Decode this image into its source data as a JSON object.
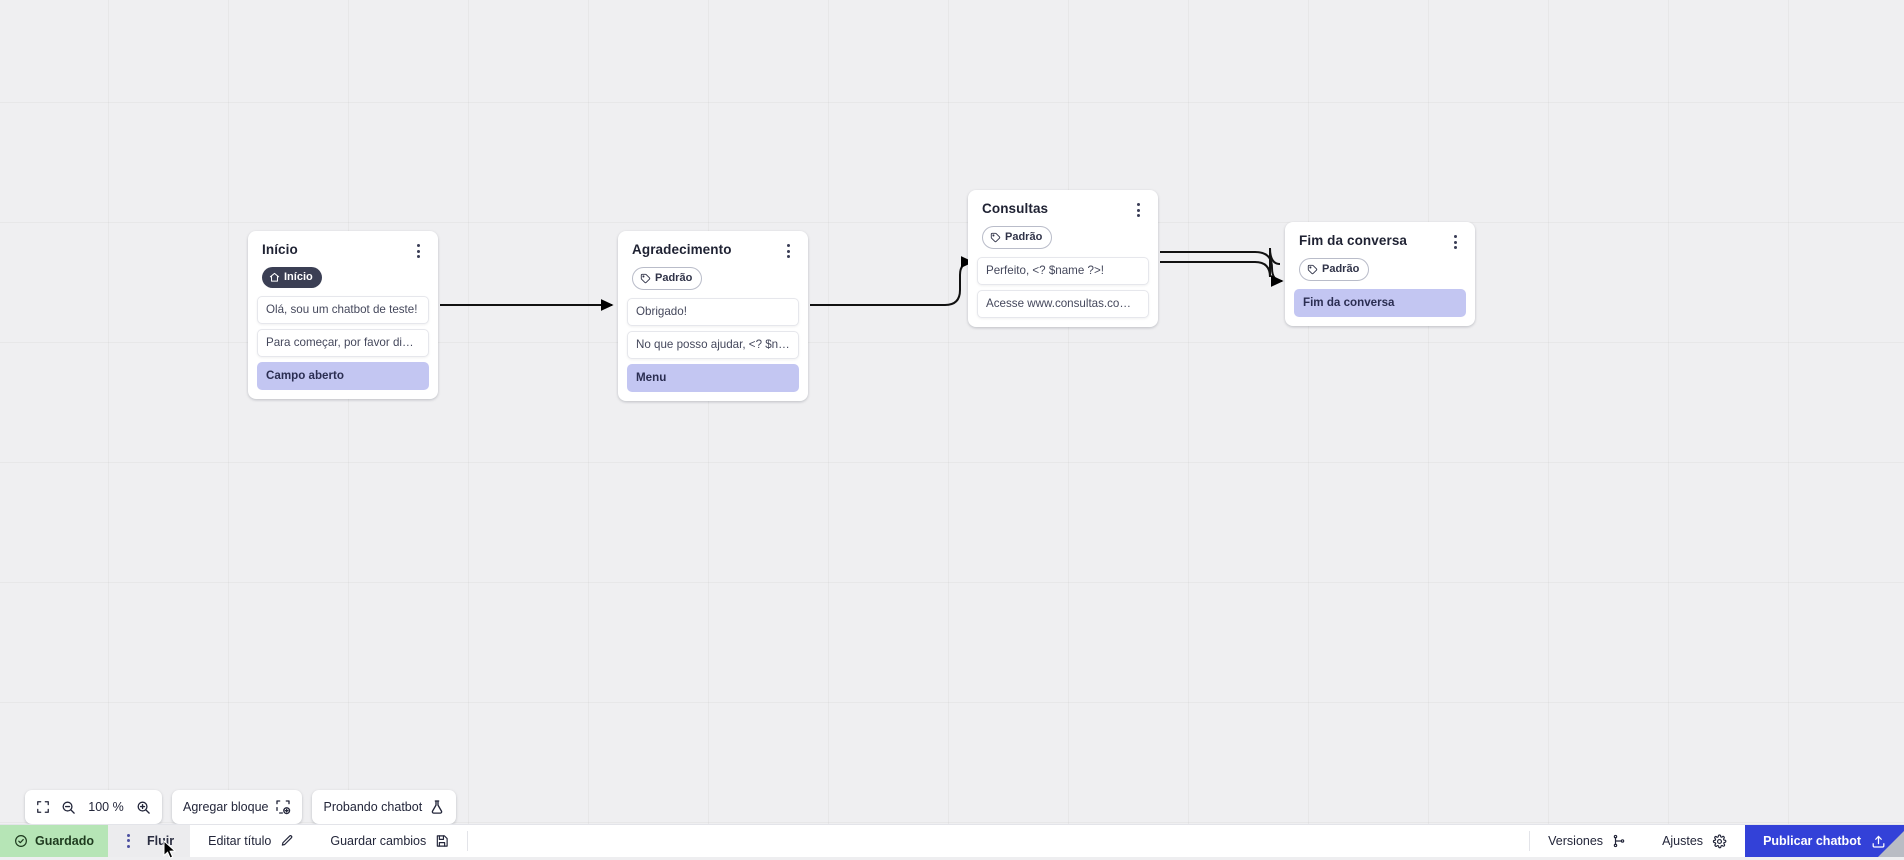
{
  "canvas": {
    "grid": true,
    "background_color": "#efeff1"
  },
  "nodes": [
    {
      "id": "inicio",
      "title": "Início",
      "tag": {
        "label": "Início",
        "type": "start",
        "icon": "home-icon"
      },
      "blocks": [
        {
          "text": "Olá, sou um chatbot de teste!",
          "highlight": false
        },
        {
          "text": "Para começar, por favor digite o ...",
          "highlight": false
        },
        {
          "text": "Campo aberto",
          "highlight": true
        }
      ]
    },
    {
      "id": "agradecimento",
      "title": "Agradecimento",
      "tag": {
        "label": "Padrão",
        "type": "default",
        "icon": "tag-icon"
      },
      "blocks": [
        {
          "text": "Obrigado!",
          "highlight": false
        },
        {
          "text": "No que posso ajudar, <? $name ...",
          "highlight": false
        },
        {
          "text": "Menu",
          "highlight": true
        }
      ]
    },
    {
      "id": "consultas",
      "title": "Consultas",
      "tag": {
        "label": "Padrão",
        "type": "default",
        "icon": "tag-icon"
      },
      "blocks": [
        {
          "text": "Perfeito, <? $name ?>!",
          "highlight": false
        },
        {
          "text": "Acesse www.consultas.com par...",
          "highlight": false
        }
      ]
    },
    {
      "id": "fim",
      "title": "Fim da conversa",
      "tag": {
        "label": "Padrão",
        "type": "default",
        "icon": "tag-icon"
      },
      "blocks": [
        {
          "text": "Fim da conversa",
          "highlight": true
        }
      ]
    }
  ],
  "toolbar": {
    "fit_icon": "fit-screen-icon",
    "zoom_out_icon": "zoom-out-icon",
    "zoom_level": "100 %",
    "zoom_in_icon": "zoom-in-icon",
    "add_block_label": "Agregar bloque",
    "add_block_icon": "add-block-icon",
    "test_chatbot_label": "Probando chatbot",
    "test_chatbot_icon": "flask-icon"
  },
  "statusbar": {
    "saved_label": "Guardado",
    "saved_icon": "check-circle-icon",
    "saved_bg": "#b6e5b6",
    "flow_tab_label": "Fluir",
    "flow_tab_icon": "kebab-icon",
    "edit_title_label": "Editar título",
    "edit_title_icon": "pencil-icon",
    "save_changes_label": "Guardar cambios",
    "save_changes_icon": "floppy-disk-icon",
    "versions_label": "Versiones",
    "versions_icon": "branch-icon",
    "settings_label": "Ajustes",
    "settings_icon": "gear-icon",
    "publish_label": "Publicar chatbot",
    "publish_icon": "upload-icon",
    "publish_bg": "#3341d8"
  }
}
